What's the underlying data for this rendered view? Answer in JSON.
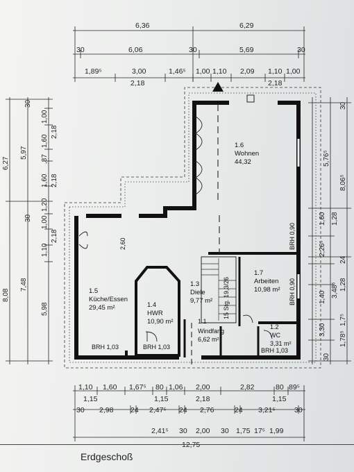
{
  "title": "Erdgeschoß",
  "top_dims": {
    "row1": [
      "6,36",
      "6,29"
    ],
    "row2": [
      "30",
      "6,06",
      "30",
      "5,69",
      "30"
    ],
    "row3": [
      "1,89⁵",
      "3,00",
      "1,46⁵",
      "1,00",
      "1,10",
      "2,09",
      "1,10",
      "1,00"
    ],
    "row3b": [
      "2,18",
      "2,18"
    ]
  },
  "left_dims": {
    "outer": [
      "6,27",
      "8,08"
    ],
    "mid": [
      "5,97",
      "7,48"
    ],
    "inner": [
      "30",
      "1,00",
      "1,60",
      ",87",
      "1,60",
      "1,20",
      "1,00",
      "1,10",
      "30"
    ],
    "inner_b": [
      "2,18",
      "2,18",
      "2,18",
      "5,98"
    ]
  },
  "right_dims": {
    "outer": [
      "30",
      "8,06⁵"
    ],
    "mid": [
      "5,76⁵",
      "1,28",
      "3,48⁵"
    ],
    "inner": [
      "1,60",
      "2,26⁵",
      "24",
      "1,40",
      "1,28",
      "3,30",
      "1,78⁵",
      "1,7⁵",
      "30"
    ]
  },
  "bottom_dims": {
    "row1": [
      "1,10",
      "1,60",
      "1,67⁵",
      "80",
      "1,06",
      "2,00",
      "2,82",
      "80",
      "89⁵"
    ],
    "row2": [
      "1,15",
      "1,15",
      "2,18",
      "1,15"
    ],
    "row3": [
      "30",
      "2,98",
      "24",
      "2,47⁵",
      "24",
      "2,76",
      "24",
      "3,21⁵",
      "30"
    ],
    "row4": [
      "2,41⁵",
      "30",
      "2,00",
      "30",
      "1,75",
      "17⁵",
      "1,99"
    ],
    "total": "12,75"
  },
  "rooms": [
    {
      "id": "1.6",
      "name": "Wohnen",
      "area": "44,32"
    },
    {
      "id": "1.5",
      "name": "Küche/Essen",
      "area": "29,45 m²"
    },
    {
      "id": "1.4",
      "name": "HWR",
      "area": "10,90 m²"
    },
    {
      "id": "1.3",
      "name": "Diele",
      "area": "9,77 m²"
    },
    {
      "id": "1.7",
      "name": "Arbeiten",
      "area": "10,98 m²"
    },
    {
      "id": "1.2",
      "name": "WC",
      "area": "3,31 m²"
    },
    {
      "id": "1.1",
      "name": "Windfang",
      "area": "6,62 m²"
    }
  ],
  "annotations": {
    "brh_kitchen": "BRH 1,03",
    "brh_hwr": "BRH 1,03",
    "brh_wc": "BRH 1,03",
    "brh_wohnen": "BRH 0,90",
    "brh_arbeiten": "BRH 0,90",
    "stair": "15 Stg. 19,3/26",
    "kitchen_width": "2,60"
  }
}
